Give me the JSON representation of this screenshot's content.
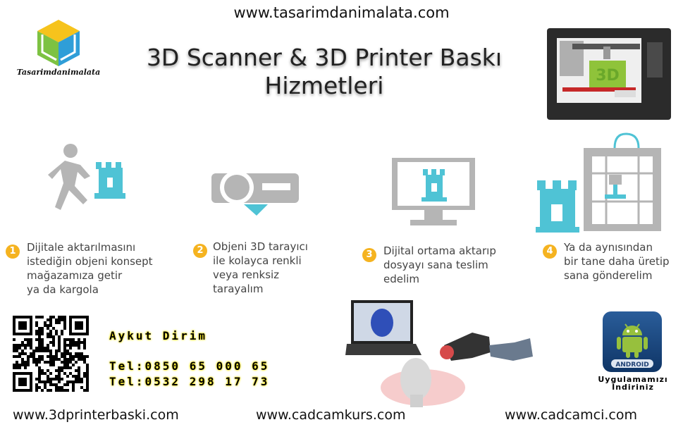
{
  "header": {
    "url": "www.tasarimdanimalata.com",
    "title_line1": "3D Scanner & 3D Printer Baskı",
    "title_line2": "Hizmetleri",
    "logo_text": "Tasarimdanimalata"
  },
  "steps": [
    {
      "num": "1",
      "text_lines": [
        "Dijitale aktarılmasını",
        "istediğin objeni konsept",
        "mağazamıza getir",
        "ya da kargola"
      ]
    },
    {
      "num": "2",
      "text_lines": [
        "Objeni 3D tarayıcı",
        "ile kolayca renkli",
        "veya renksiz",
        "tarayalım"
      ]
    },
    {
      "num": "3",
      "text_lines": [
        "Dijital ortama aktarıp",
        "dosyayı sana teslim",
        "edelim"
      ]
    },
    {
      "num": "4",
      "text_lines": [
        "Ya da aynısından",
        "bir tane daha üretip",
        "sana gönderelim"
      ]
    }
  ],
  "contact": {
    "name": "Aykut Dirim",
    "tel1": "Tel:0850 65 000 65",
    "tel2": "Tel:0532 298 17 73"
  },
  "android": {
    "badge_label": "ANDROID",
    "caption_line1": "Uygulamamızı",
    "caption_line2": "İndiriniz"
  },
  "footer": {
    "url_left": "www.3dprinterbaski.com",
    "url_center": "www.cadcamkurs.com",
    "url_right": "www.cadcamci.com"
  },
  "colors": {
    "teal": "#4fc3d5",
    "gray_icon": "#b5b5b5",
    "step_number": "#f5b320",
    "printer_body": "#2b2b2b",
    "printed_object": "#8fc33a"
  }
}
